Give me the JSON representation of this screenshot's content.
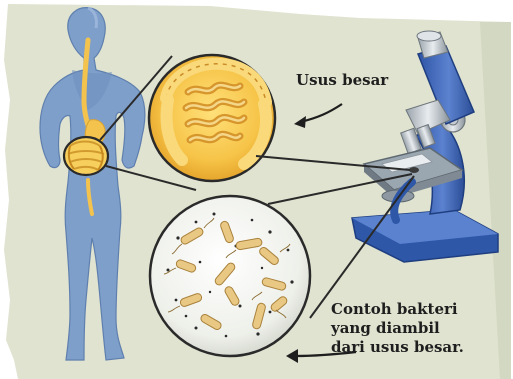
{
  "labels": {
    "large_intestine": "Usus besar",
    "bacteria_sample": {
      "line1": "Contoh bakteri",
      "line2": "yang diambil",
      "line3": "dari usus besar."
    }
  },
  "colors": {
    "background_paper": "#dfe3cf",
    "body_silhouette": "#7f9fcb",
    "intestine_yellow": "#f3c34e",
    "microscope_blue": "#3e65b7",
    "slide_background": "#f7f8f4",
    "bacteria": "#e9c884"
  }
}
